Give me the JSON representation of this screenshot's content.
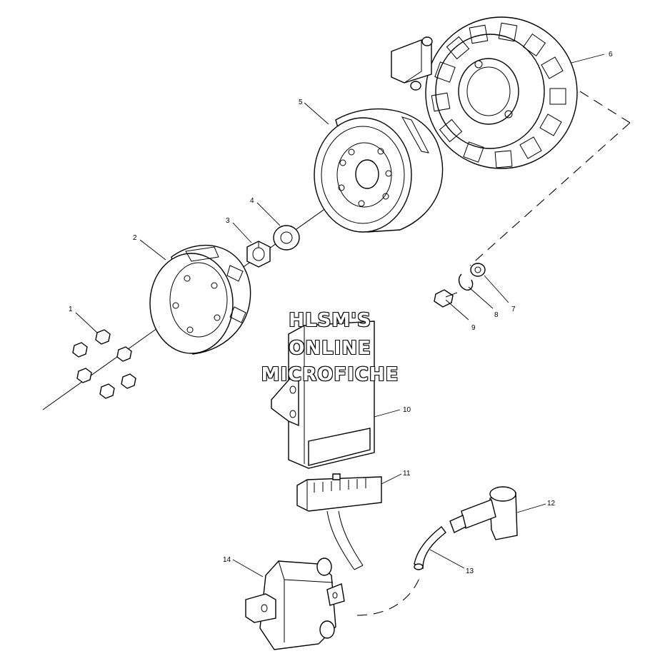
{
  "watermark": {
    "line1": "HLSM'S",
    "line2": "ONLINE",
    "line3": "MICROFICHE"
  },
  "callouts": [
    "1",
    "2",
    "3",
    "4",
    "5",
    "6",
    "7",
    "8",
    "9",
    "10",
    "11",
    "12",
    "13",
    "14"
  ]
}
